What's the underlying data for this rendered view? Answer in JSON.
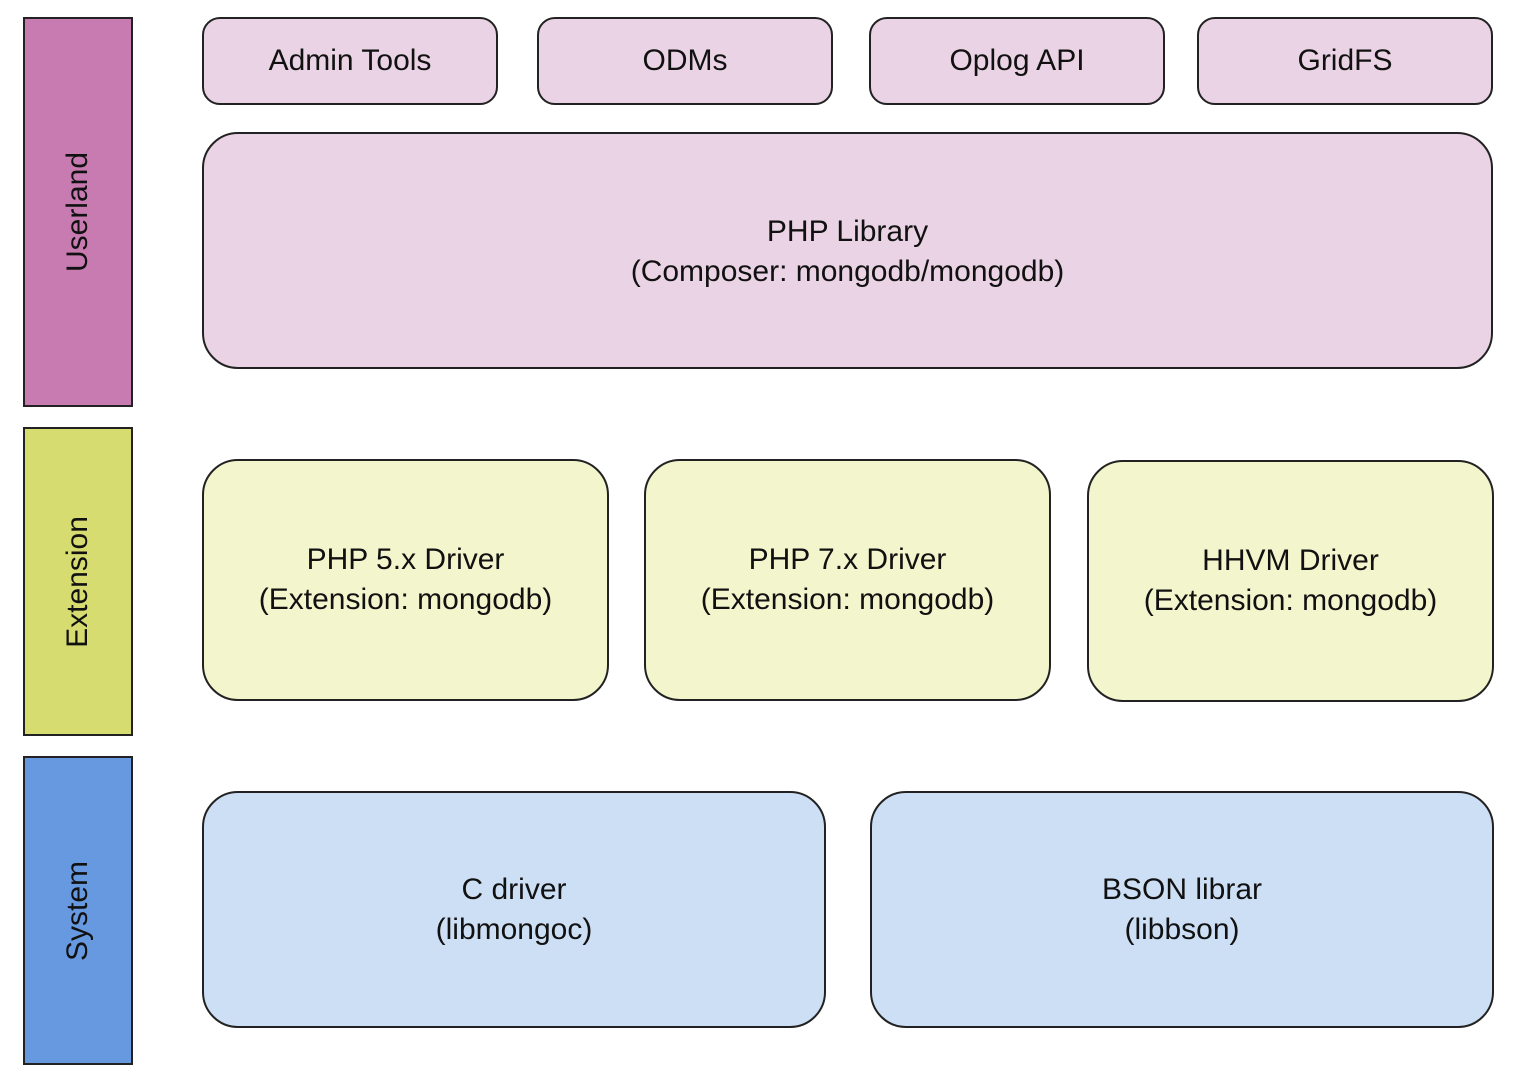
{
  "layers": {
    "userland": {
      "label": "Userland",
      "color": "#c77bb1"
    },
    "extension": {
      "label": "Extension",
      "color": "#d6dc70"
    },
    "system": {
      "label": "System",
      "color": "#6699e0"
    }
  },
  "userland": {
    "tools": [
      {
        "label": "Admin Tools"
      },
      {
        "label": "ODMs"
      },
      {
        "label": "Oplog API"
      },
      {
        "label": "GridFS"
      }
    ],
    "library": {
      "line1": "PHP Library",
      "line2": "(Composer: mongodb/mongodb)"
    }
  },
  "extension": {
    "drivers": [
      {
        "line1": "PHP 5.x Driver",
        "line2": "(Extension: mongodb)"
      },
      {
        "line1": "PHP 7.x Driver",
        "line2": "(Extension: mongodb)"
      },
      {
        "line1": "HHVM Driver",
        "line2": "(Extension: mongodb)"
      }
    ]
  },
  "system": {
    "libs": [
      {
        "line1": "C driver",
        "line2": "(libmongoc)"
      },
      {
        "line1": "BSON librar",
        "line2": "(libbson)"
      }
    ]
  }
}
